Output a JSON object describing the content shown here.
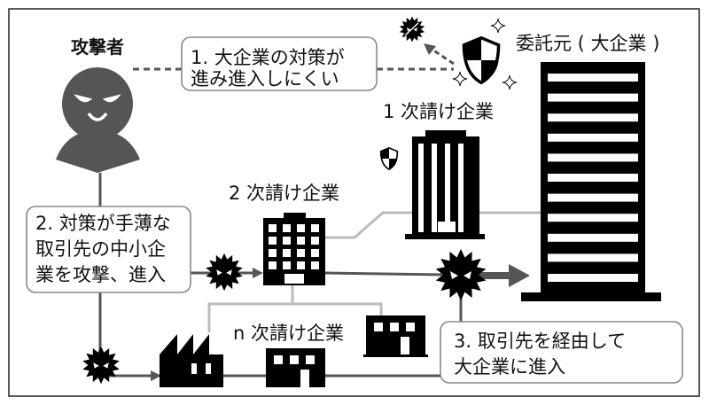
{
  "attacker": {
    "label": "攻撃者"
  },
  "client": {
    "label": "委託元 ( 大企業 )"
  },
  "tiers": {
    "tier1": "1 次請け企業",
    "tier2": "2 次請け企業",
    "tierN": "n 次請け企業"
  },
  "steps": {
    "step1": [
      "1. 大企業の対策が",
      "進み進入しにくい"
    ],
    "step2": [
      "2. 対策が手薄な",
      "取引先の中小企",
      "業を攻撃、進入"
    ],
    "step3": [
      "3. 取引先を経由して",
      "大企業に進入"
    ]
  },
  "colors": {
    "attacker": "#555555",
    "line": "#555555",
    "light_line": "#bbbbbb",
    "building": "#000000"
  }
}
